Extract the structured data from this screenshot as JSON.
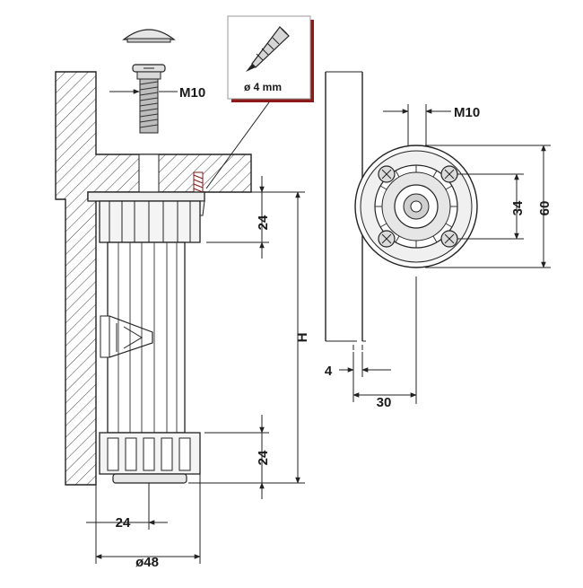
{
  "labels": {
    "bolt_thread": "M10",
    "screw_diameter": "ø 4 mm",
    "collar_height": "24",
    "total_height": "H",
    "foot_height": "24",
    "foot_offset": "24",
    "foot_diameter": "ø48",
    "top_thread": "M10",
    "hole_spacing": "34",
    "plate_width": "60",
    "wall_gap": "4",
    "axis_offset": "30"
  },
  "icons": {
    "screw": "wood-screw-icon",
    "cap": "cover-cap-icon",
    "bolt": "m10-bolt-icon"
  },
  "colors": {
    "line": "#222222",
    "hatch": "#444444",
    "screw_box_border": "#8b1a1a"
  }
}
